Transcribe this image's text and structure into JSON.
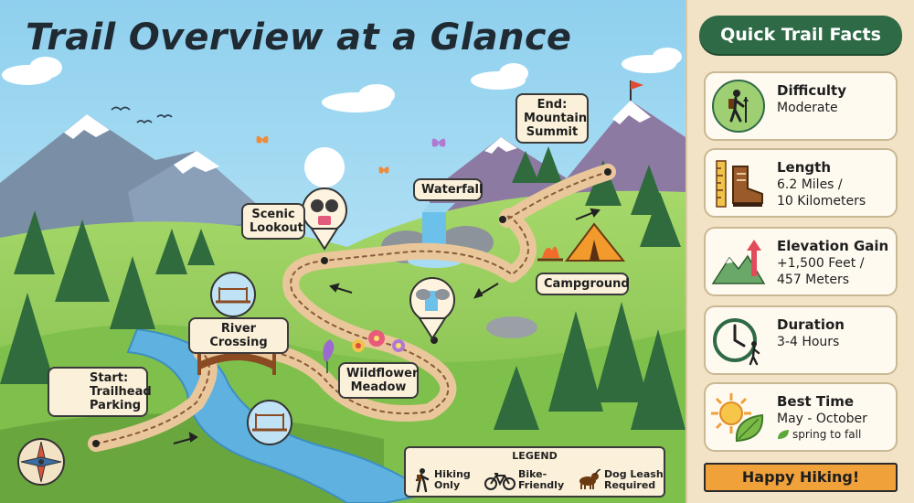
{
  "title": "Trail Overview at a Glance",
  "callouts": {
    "start": [
      "Start:",
      "Trailhead",
      "Parking"
    ],
    "end": [
      "End:",
      "Mountain",
      "Summit"
    ],
    "scenic": [
      "Scenic",
      "Lookout"
    ],
    "waterfall": "Waterfall",
    "campground": "Campground",
    "river": "River Crossing",
    "meadow": [
      "Wildflower",
      "Meadow"
    ]
  },
  "legend": {
    "title": "LEGEND",
    "items": [
      {
        "icon": "hiker-icon",
        "label": [
          "Hiking",
          "Only"
        ]
      },
      {
        "icon": "bicycle-icon",
        "label": [
          "Bike-",
          "Friendly"
        ]
      },
      {
        "icon": "dog-icon",
        "label": [
          "Dog Leash",
          "Required"
        ]
      }
    ]
  },
  "panel": {
    "header": "Quick Trail Facts",
    "facts": [
      {
        "icon": "hiker-icon",
        "label": "Difficulty",
        "value": [
          "Moderate"
        ]
      },
      {
        "icon": "boot-ruler-icon",
        "label": "Length",
        "value": [
          "6.2 Miles /",
          "10 Kilometers"
        ]
      },
      {
        "icon": "elevation-icon",
        "label": "Elevation Gain",
        "value": [
          "+1,500 Feet /",
          "457 Meters"
        ]
      },
      {
        "icon": "clock-icon",
        "label": "Duration",
        "value": [
          "3-4 Hours"
        ]
      },
      {
        "icon": "sun-leaf-icon",
        "label": "Best Time",
        "value": [
          "May - October"
        ],
        "sub": "spring to fall"
      }
    ],
    "footer": "Happy Hiking!"
  },
  "colors": {
    "sky": "#a9dbf2",
    "grass": "#8fc95a",
    "trail": "#e9c79b",
    "river": "#5fb2e0",
    "panel_header": "#2f6a47",
    "banner": "#f0a13a"
  }
}
